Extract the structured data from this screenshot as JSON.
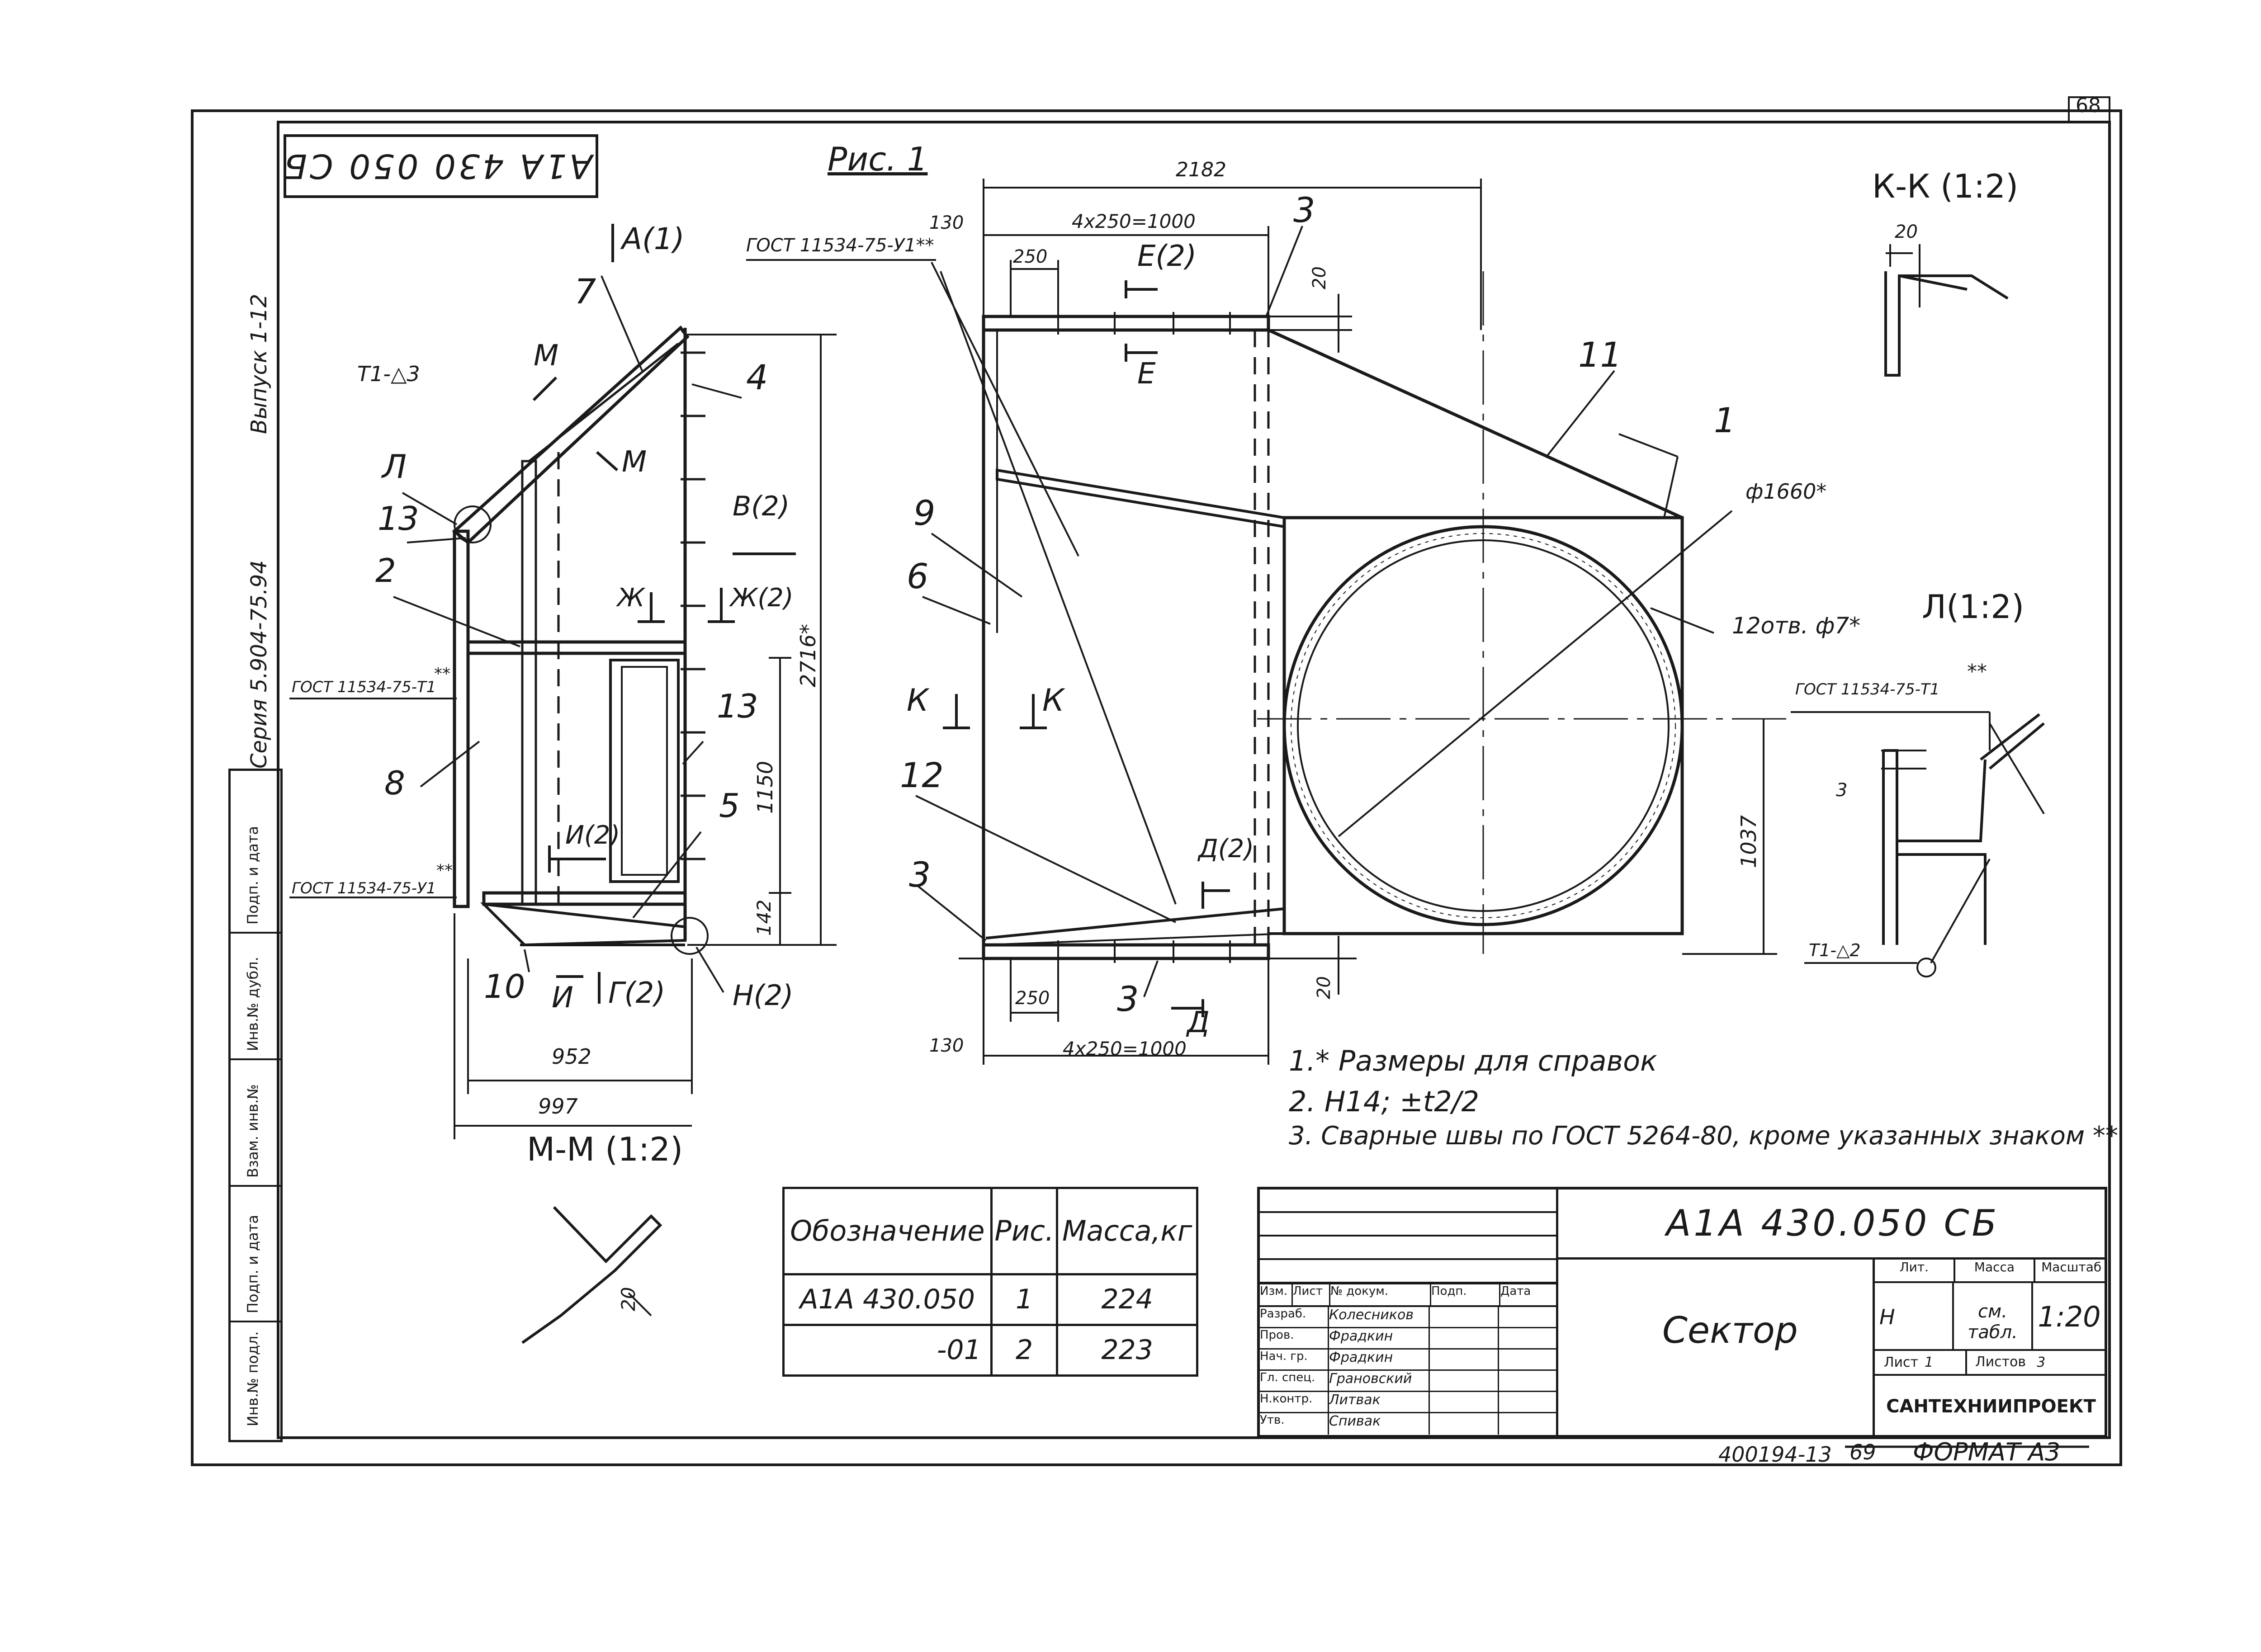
{
  "sheet": {
    "page_number": "68",
    "doc_code_corner": "А1А 430 050 СБ",
    "side_text_issue": "Выпуск 1-12",
    "side_text_series": "Серия 5.904-75.94",
    "fig_label": "Рис. 1",
    "bottom_number": "400194-13",
    "bottom_sheet": "69",
    "format": "ФОРМАТ А3"
  },
  "left_view": {
    "labels": {
      "arrow_a": "А(1)",
      "pos7": "7",
      "weld_t1": "Т1-△3",
      "section_m_top": "М",
      "section_m_bottom": "М",
      "pos4": "4",
      "detail_l": "Л",
      "pos13_left": "13",
      "pos2": "2",
      "view_v": "В(2)",
      "zh": "Ж",
      "zh2": "Ж(2)",
      "gost_left_t1": "ГОСТ 11534-75-Т1",
      "star2_a": "**",
      "pos13_right": "13",
      "pos8": "8",
      "pos5": "5",
      "i2": "И(2)",
      "gost_left_u1": "ГОСТ 11534-75-У1",
      "star2_b": "**",
      "pos10": "10",
      "i": "И",
      "g2": "Г(2)",
      "n2": "Н(2)"
    },
    "dims": {
      "d2716": "2716*",
      "d1150": "1150",
      "d142": "142",
      "d952": "952",
      "d997": "997"
    },
    "section_mm": "М-М (1:2)",
    "mm_dim": "20"
  },
  "center_view": {
    "labels": {
      "gost_top": "ГОСТ 11534-75-У1**",
      "pos3_top": "3",
      "e2": "Е(2)",
      "e": "Е",
      "pos11": "11",
      "pos1": "1",
      "pos9": "9",
      "pos6": "6",
      "k_left": "К",
      "k_right": "К",
      "pos12": "12",
      "d2": "Д(2)",
      "pos3_left": "3",
      "pos3_bottom": "3",
      "d": "Д",
      "phi1660": "ф1660*",
      "holes": "12отв. ф7*"
    },
    "dims": {
      "d2182": "2182",
      "d130_top": "130",
      "d1000_top": "4х250=1000",
      "d250_top": "250",
      "d20_top": "20",
      "d1037": "1037",
      "d20_bottom": "20",
      "d250_bottom": "250",
      "d130_bottom": "130",
      "d1000_bottom": "4х250=1000"
    }
  },
  "section_kk": {
    "title": "К-К (1:2)",
    "dim": "20"
  },
  "detail_l": {
    "title": "Л(1:2)",
    "gost": "ГОСТ 11534-75-Т1",
    "stars": "**",
    "dim3": "3",
    "weld": "Т1-△2"
  },
  "notes": [
    "1.* Размеры для справок",
    "2. Н14; ±t2/2",
    "3. Сварные швы по ГОСТ 5264-80, кроме указанных знаком **"
  ],
  "spec_table": {
    "headers": [
      "Обозначение",
      "Рис.",
      "Масса,кг"
    ],
    "rows": [
      [
        "А1А 430.050",
        "1",
        "224"
      ],
      [
        "-01",
        "2",
        "223"
      ]
    ]
  },
  "title_block": {
    "doc_code": "А1А 430.050 СБ",
    "name": "Сектор",
    "lit_label": "Лит.",
    "mass_label": "Масса",
    "scale_label": "Масштаб",
    "lit_value": "Н",
    "mass_value": "см. табл.",
    "scale_value": "1:20",
    "sheet_label": "Лист",
    "sheet_value": "1",
    "sheets_label": "Листов",
    "sheets_value": "3",
    "org": "САНТЕХНИИПРОЕКТ",
    "header_cols": [
      "Изм.",
      "Лист",
      "№ докум.",
      "Подп.",
      "Дата"
    ],
    "roles": [
      {
        "role": "Разраб.",
        "name": "Колесников"
      },
      {
        "role": "Пров.",
        "name": "Фрадкин"
      },
      {
        "role": "Нач. гр.",
        "name": "Фрадкин"
      },
      {
        "role": "Гл. спец.",
        "name": "Грановский"
      },
      {
        "role": "Н.контр.",
        "name": "Литвак"
      },
      {
        "role": "Утв.",
        "name": "Спивак"
      }
    ]
  },
  "stamp_column": [
    "Инв.№ подл.",
    "Подп. и дата",
    "Взам. инв.№",
    "Инв.№ дубл.",
    "Подп. и дата"
  ]
}
